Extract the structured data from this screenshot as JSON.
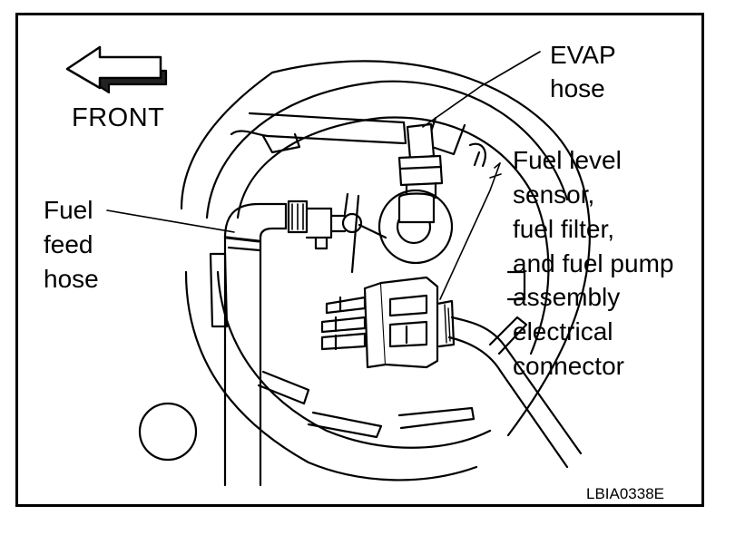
{
  "orientation": {
    "label": "FRONT",
    "arrow_icon": "left-arrow-icon"
  },
  "callouts": {
    "evap_hose": [
      "EVAP",
      "hose"
    ],
    "fuel_feed_hose": [
      "Fuel",
      "feed",
      "hose"
    ],
    "fuel_level_sensor": [
      "Fuel level",
      "sensor,",
      "fuel filter,",
      "and fuel pump",
      "assembly",
      "electrical",
      "connector"
    ]
  },
  "figure_id": "LBIA0338E",
  "colors": {
    "ink": "#000000",
    "paper": "#ffffff",
    "shadow": "#222222"
  }
}
